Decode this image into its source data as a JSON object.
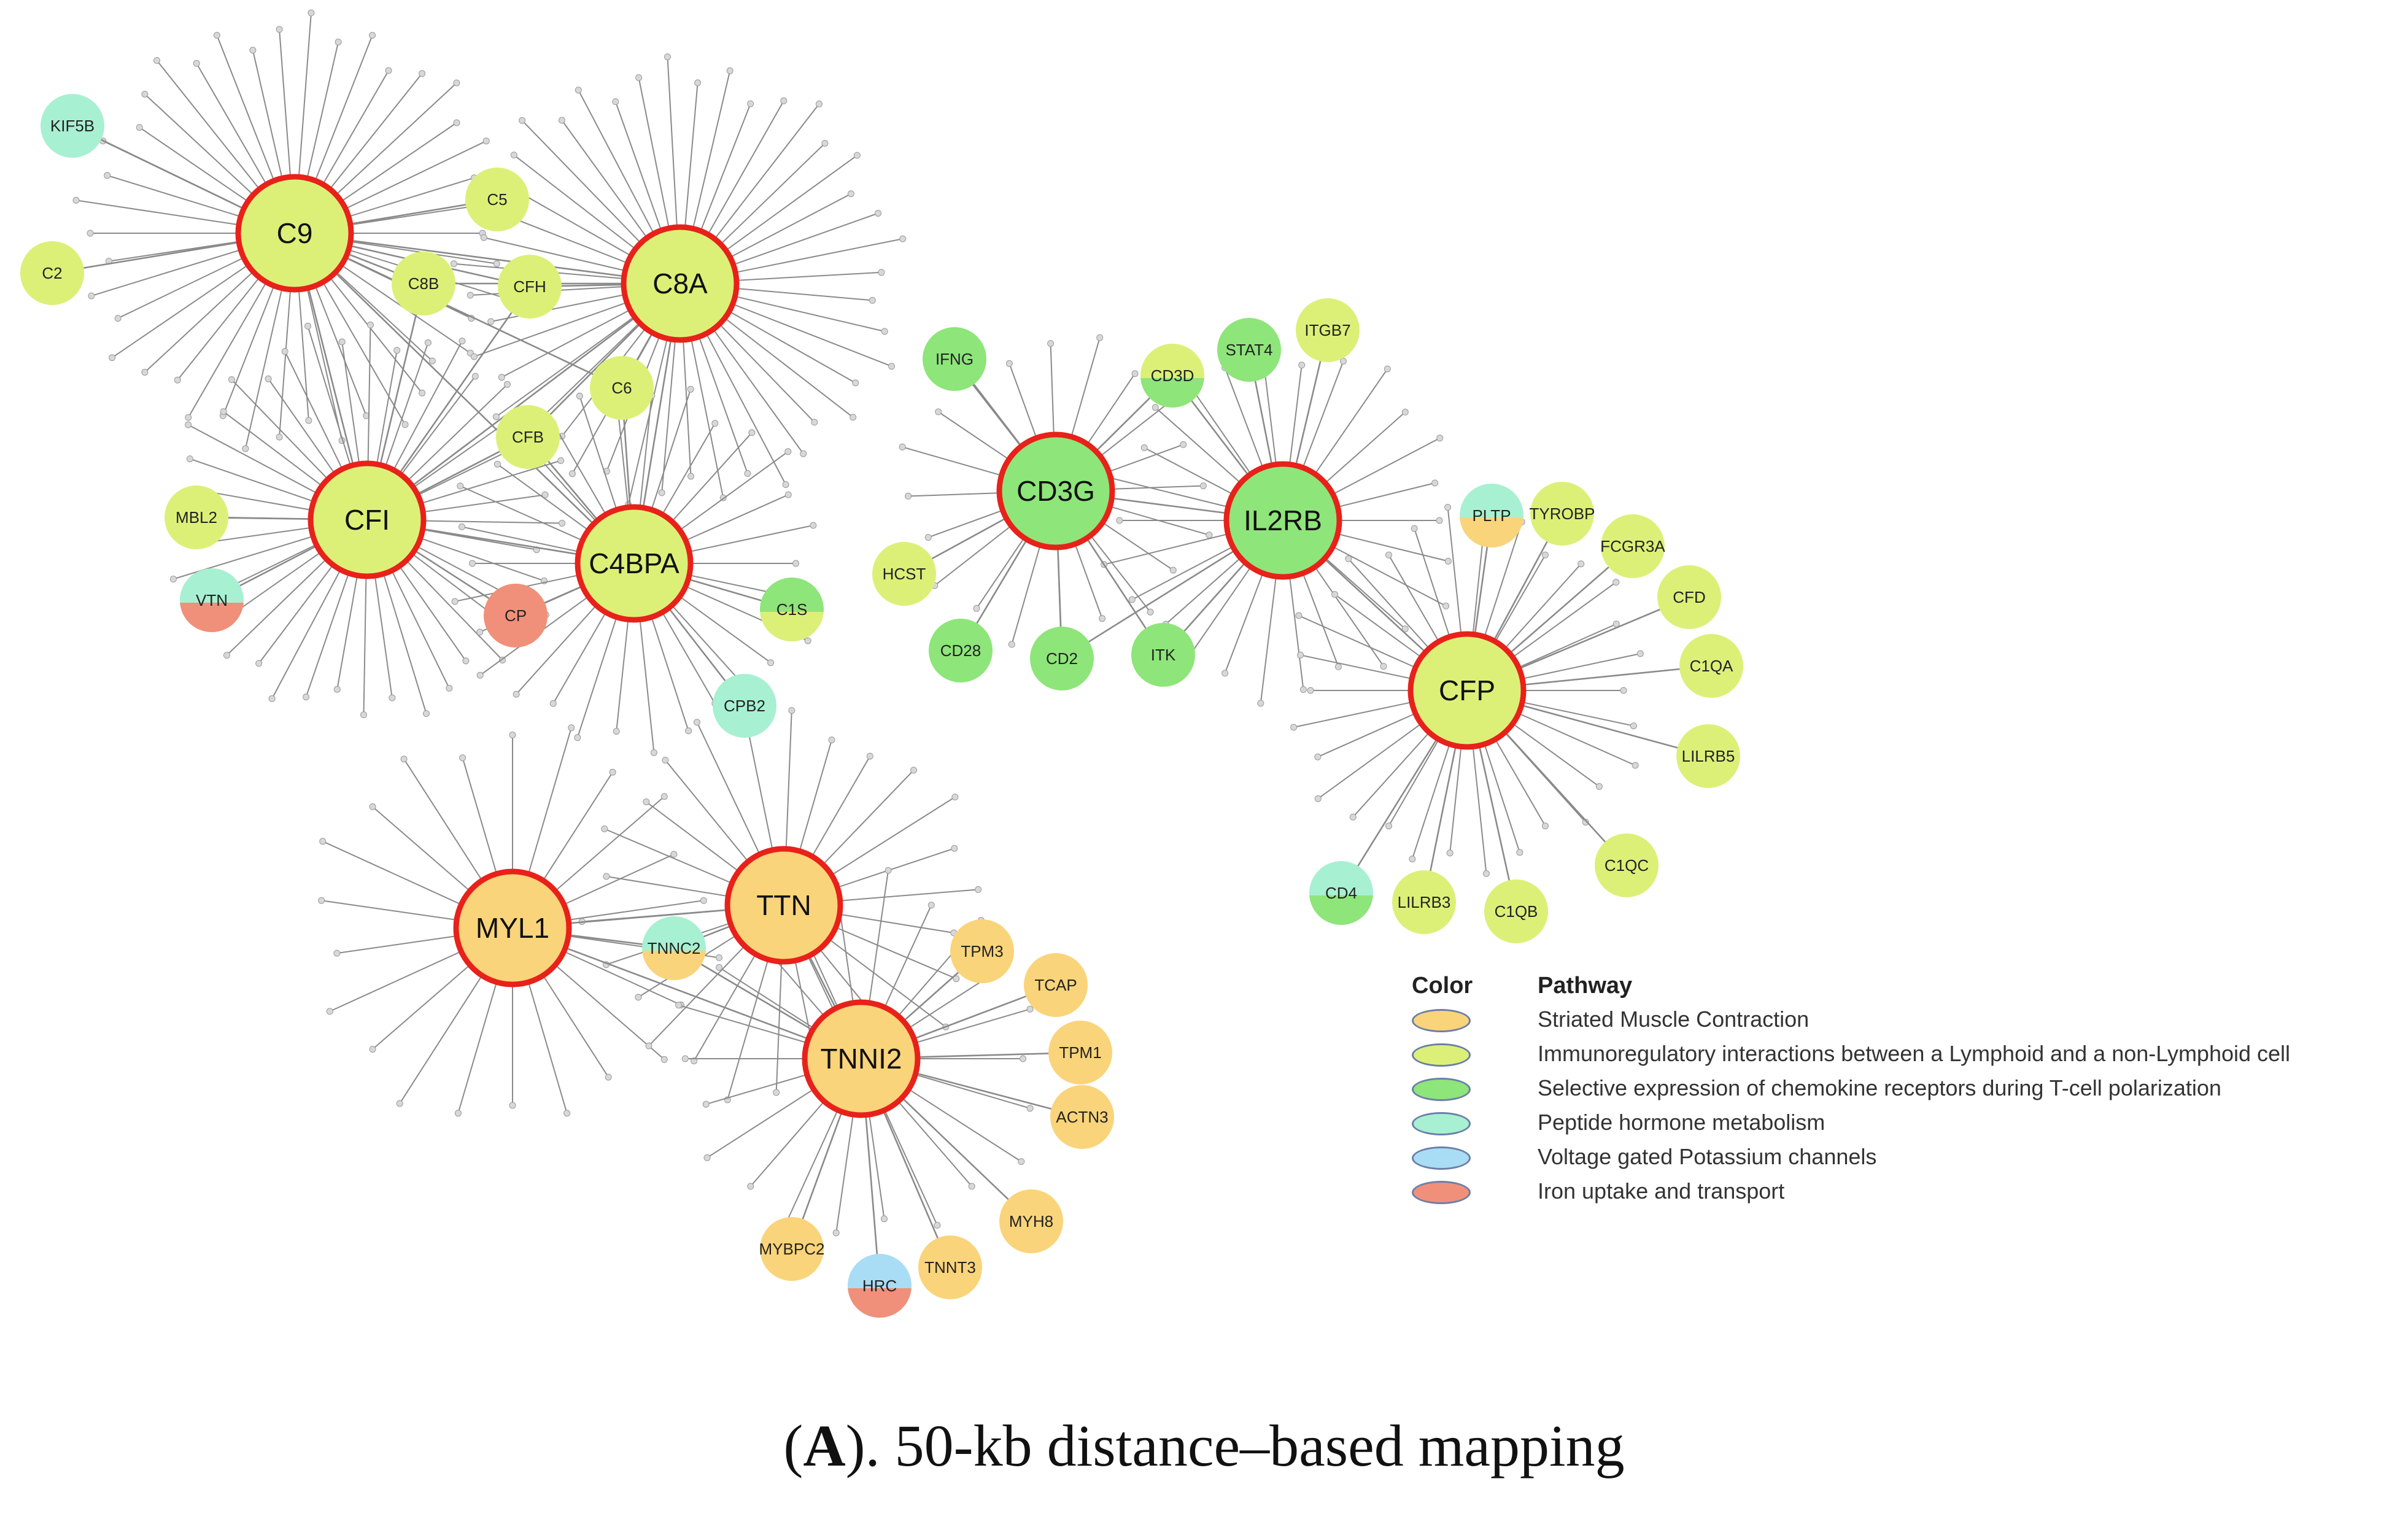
{
  "caption": {
    "bold": "A",
    "rest": "). 50-kb distance–based mapping",
    "open": "("
  },
  "legend": {
    "color_header": "Color",
    "pathway_header": "Pathway",
    "items": [
      {
        "pathway": "Striated Muscle Contraction",
        "color": "#fad47a"
      },
      {
        "pathway": "Immunoregulatory interactions between a Lymphoid and a non-Lymphoid cell",
        "color": "#dcf078"
      },
      {
        "pathway": "Selective expression of chemokine receptors during T-cell polarization",
        "color": "#8ee57a"
      },
      {
        "pathway": "Peptide hormone metabolism",
        "color": "#a8f0d2"
      },
      {
        "pathway": "Voltage gated Potassium channels",
        "color": "#a9dcf5"
      },
      {
        "pathway": "Iron uptake and transport",
        "color": "#f0907a"
      }
    ]
  },
  "diagram": {
    "hubs": [
      {
        "id": "C9",
        "pathway": 1
      },
      {
        "id": "C8A",
        "pathway": 1
      },
      {
        "id": "CFI",
        "pathway": 1
      },
      {
        "id": "C4BPA",
        "pathway": 1
      },
      {
        "id": "CD3G",
        "pathway": 2
      },
      {
        "id": "IL2RB",
        "pathway": 2
      },
      {
        "id": "CFP",
        "pathway": 1
      },
      {
        "id": "MYL1",
        "pathway": 0
      },
      {
        "id": "TTN",
        "pathway": 0
      },
      {
        "id": "TNNI2",
        "pathway": 0
      }
    ],
    "genes": [
      {
        "id": "KIF5B",
        "pathways": [
          3
        ]
      },
      {
        "id": "C2",
        "pathways": [
          1
        ]
      },
      {
        "id": "C5",
        "pathways": [
          1
        ]
      },
      {
        "id": "C8B",
        "pathways": [
          1
        ]
      },
      {
        "id": "CFH",
        "pathways": [
          1
        ]
      },
      {
        "id": "C6",
        "pathways": [
          1
        ]
      },
      {
        "id": "CFB",
        "pathways": [
          1
        ]
      },
      {
        "id": "MBL2",
        "pathways": [
          1
        ]
      },
      {
        "id": "VTN",
        "pathways": [
          3,
          5
        ]
      },
      {
        "id": "CP",
        "pathways": [
          5
        ]
      },
      {
        "id": "C1S",
        "pathways": [
          2,
          1
        ]
      },
      {
        "id": "CPB2",
        "pathways": [
          3
        ]
      },
      {
        "id": "IFNG",
        "pathways": [
          2
        ]
      },
      {
        "id": "CD3D",
        "pathways": [
          1,
          2
        ]
      },
      {
        "id": "STAT4",
        "pathways": [
          2
        ]
      },
      {
        "id": "ITGB7",
        "pathways": [
          1
        ]
      },
      {
        "id": "HCST",
        "pathways": [
          1
        ]
      },
      {
        "id": "CD28",
        "pathways": [
          2
        ]
      },
      {
        "id": "CD2",
        "pathways": [
          2
        ]
      },
      {
        "id": "ITK",
        "pathways": [
          2
        ]
      },
      {
        "id": "PLTP",
        "pathways": [
          3,
          0
        ]
      },
      {
        "id": "TYROBP",
        "pathways": [
          1
        ]
      },
      {
        "id": "FCGR3A",
        "pathways": [
          1
        ]
      },
      {
        "id": "CFD",
        "pathways": [
          1
        ]
      },
      {
        "id": "C1QA",
        "pathways": [
          1
        ]
      },
      {
        "id": "LILRB5",
        "pathways": [
          1
        ]
      },
      {
        "id": "C1QC",
        "pathways": [
          1
        ]
      },
      {
        "id": "C1QB",
        "pathways": [
          1
        ]
      },
      {
        "id": "LILRB3",
        "pathways": [
          1
        ]
      },
      {
        "id": "CD4",
        "pathways": [
          3,
          2
        ]
      },
      {
        "id": "TNNC2",
        "pathways": [
          3,
          0
        ]
      },
      {
        "id": "TPM3",
        "pathways": [
          0
        ]
      },
      {
        "id": "TCAP",
        "pathways": [
          0
        ]
      },
      {
        "id": "TPM1",
        "pathways": [
          0
        ]
      },
      {
        "id": "ACTN3",
        "pathways": [
          0
        ]
      },
      {
        "id": "MYH8",
        "pathways": [
          0
        ]
      },
      {
        "id": "TNNT3",
        "pathways": [
          0
        ]
      },
      {
        "id": "MYBPC2",
        "pathways": [
          0
        ]
      },
      {
        "id": "HRC",
        "pathways": [
          4,
          5
        ]
      }
    ],
    "edges": [
      [
        "C9",
        "KIF5B"
      ],
      [
        "C9",
        "C2"
      ],
      [
        "C9",
        "C5"
      ],
      [
        "C9",
        "C8B"
      ],
      [
        "C9",
        "CFH"
      ],
      [
        "C9",
        "C8A"
      ],
      [
        "C9",
        "CFI"
      ],
      [
        "C9",
        "C4BPA"
      ],
      [
        "C9",
        "C6"
      ],
      [
        "C8A",
        "CFH"
      ],
      [
        "C8A",
        "C8B"
      ],
      [
        "C8A",
        "C6"
      ],
      [
        "C8A",
        "CFB"
      ],
      [
        "C8A",
        "CFI"
      ],
      [
        "C8A",
        "C4BPA"
      ],
      [
        "CFI",
        "MBL2"
      ],
      [
        "CFI",
        "VTN"
      ],
      [
        "CFI",
        "CP"
      ],
      [
        "CFI",
        "C4BPA"
      ],
      [
        "CFI",
        "CFB"
      ],
      [
        "CFI",
        "C8B"
      ],
      [
        "CFI",
        "CFH"
      ],
      [
        "C4BPA",
        "C1S"
      ],
      [
        "C4BPA",
        "CPB2"
      ],
      [
        "C4BPA",
        "CP"
      ],
      [
        "C4BPA",
        "CFB"
      ],
      [
        "C4BPA",
        "C6"
      ],
      [
        "CD3G",
        "IFNG"
      ],
      [
        "CD3G",
        "CD3D"
      ],
      [
        "CD3G",
        "HCST"
      ],
      [
        "CD3G",
        "CD28"
      ],
      [
        "CD3G",
        "CD2"
      ],
      [
        "CD3G",
        "ITK"
      ],
      [
        "CD3G",
        "IL2RB"
      ],
      [
        "IL2RB",
        "STAT4"
      ],
      [
        "IL2RB",
        "ITGB7"
      ],
      [
        "IL2RB",
        "CD3D"
      ],
      [
        "IL2RB",
        "ITK"
      ],
      [
        "IL2RB",
        "CFP"
      ],
      [
        "IL2RB",
        "CD2"
      ],
      [
        "CFP",
        "PLTP"
      ],
      [
        "CFP",
        "TYROBP"
      ],
      [
        "CFP",
        "FCGR3A"
      ],
      [
        "CFP",
        "CFD"
      ],
      [
        "CFP",
        "C1QA"
      ],
      [
        "CFP",
        "LILRB5"
      ],
      [
        "CFP",
        "C1QC"
      ],
      [
        "CFP",
        "C1QB"
      ],
      [
        "CFP",
        "LILRB3"
      ],
      [
        "CFP",
        "CD4"
      ],
      [
        "MYL1",
        "TTN"
      ],
      [
        "MYL1",
        "TNNI2"
      ],
      [
        "MYL1",
        "TNNC2"
      ],
      [
        "TTN",
        "TNNI2"
      ],
      [
        "TTN",
        "TNNC2"
      ],
      [
        "TNNI2",
        "TPM3"
      ],
      [
        "TNNI2",
        "TCAP"
      ],
      [
        "TNNI2",
        "TPM1"
      ],
      [
        "TNNI2",
        "ACTN3"
      ],
      [
        "TNNI2",
        "MYH8"
      ],
      [
        "TNNI2",
        "TNNT3"
      ],
      [
        "TNNI2",
        "MYBPC2"
      ],
      [
        "TNNI2",
        "HRC"
      ],
      [
        "TNNI2",
        "TNNC2"
      ]
    ],
    "hub_stroke": "#e8211a",
    "edge_color": "#8a8a8a"
  }
}
